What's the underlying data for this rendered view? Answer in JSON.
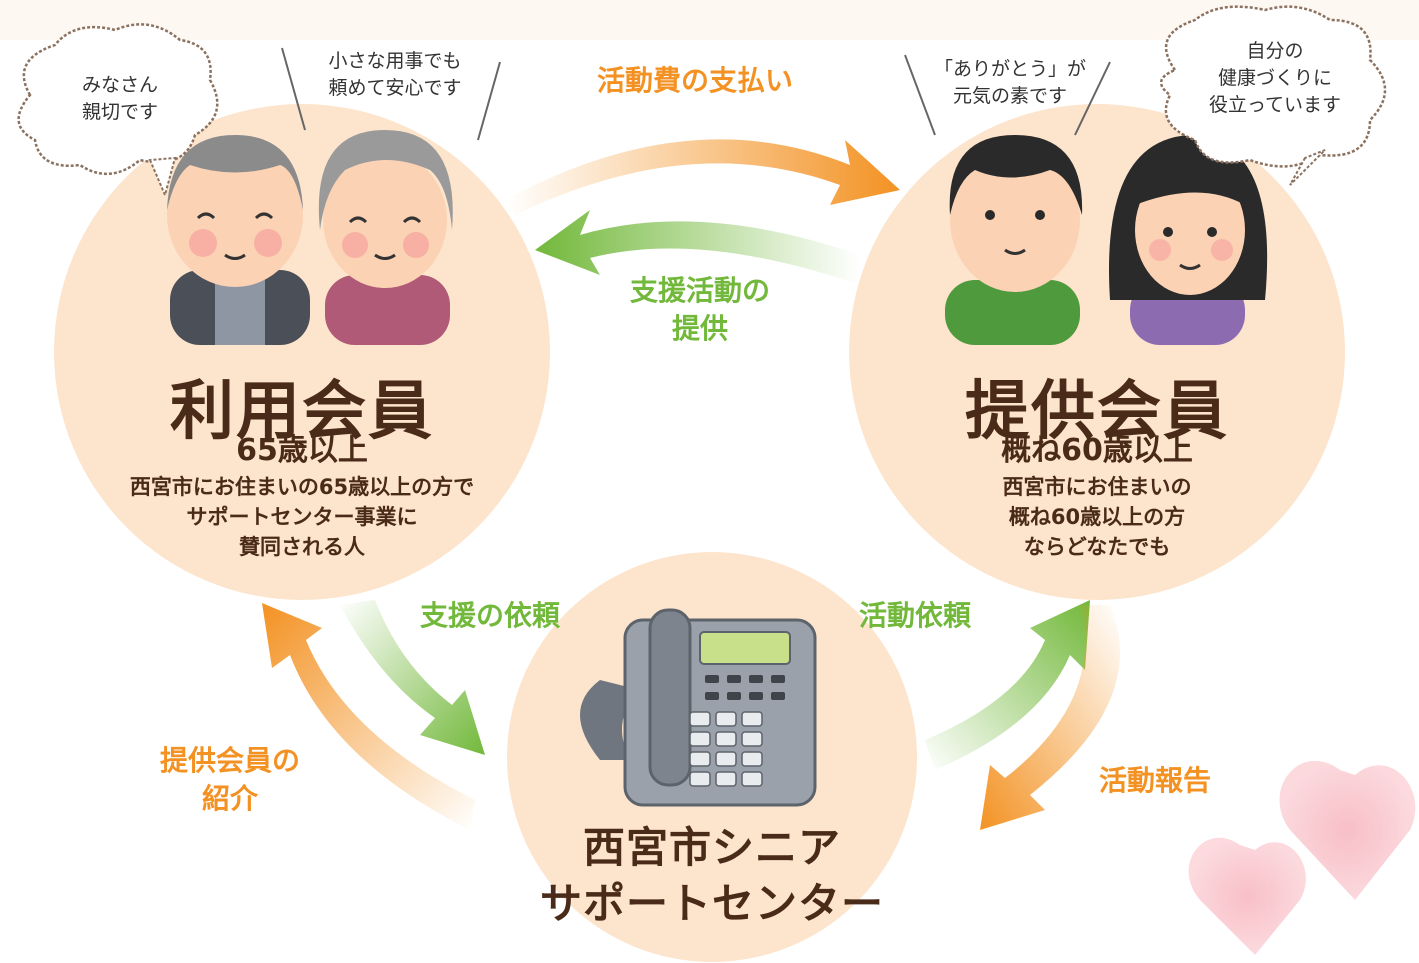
{
  "left_member": {
    "title": "利用会員",
    "age": "65歳以上",
    "description": "西宮市にお住まいの65歳以上の方で\nサポートセンター事業に\n賛同される人"
  },
  "right_member": {
    "title": "提供会員",
    "age": "概ね60歳以上",
    "description": "西宮市にお住まいの\n概ね60歳以上の方\nならどなたでも"
  },
  "center": {
    "title": "西宮市シニア\nサポートセンター"
  },
  "arrows": {
    "payment": "活動費の支払い",
    "support_provision": "支援活動の\n提供",
    "support_request": "支援の依頼",
    "activity_request": "活動依頼",
    "introduction": "提供会員の\n紹介",
    "activity_report": "活動報告"
  },
  "bubbles": {
    "left_1": "みなさん\n親切です",
    "left_2": "小さな用事でも\n頼めて安心です",
    "right_1": "「ありがとう」が\n元気の素です",
    "right_2": "自分の\n健康づくりに\n役立っています"
  },
  "colors": {
    "circle": "#fde4cc",
    "orange": "#f39223",
    "green": "#72b83a",
    "text": "#4a2a18"
  }
}
